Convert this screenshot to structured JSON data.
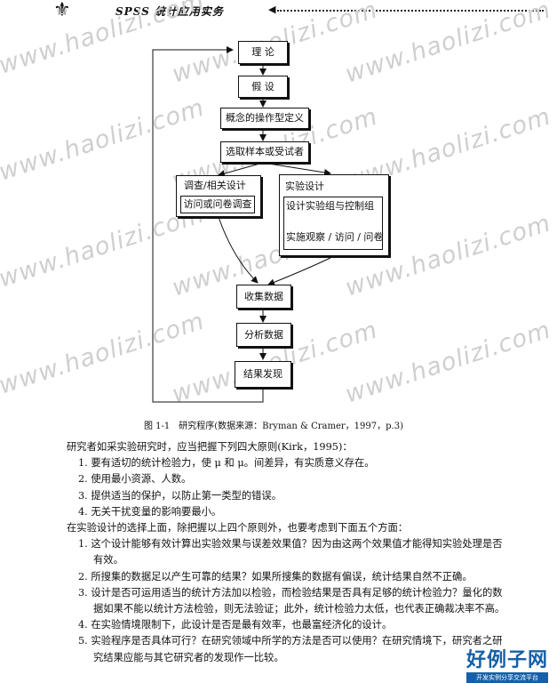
{
  "header": {
    "running_title": "SPSS 统计应用实务"
  },
  "watermark": "www.haolizi.com",
  "flowchart": {
    "theory": "理 论",
    "hypothesis": "假 设",
    "operational_def": "概念的操作型定义",
    "sampling": "选取样本或受试者",
    "survey_title": "调查/相关设计",
    "survey_method": "访问或问卷调查",
    "experiment_title": "实验设计",
    "experiment_design": "设计实验组与控制组",
    "experiment_method": "实施观察 / 访问 / 问卷",
    "collect": "收集数据",
    "analyze": "分析数据",
    "findings": "结果发现"
  },
  "caption": "图 1-1　研究程序(数据来源：Bryman & Cramer，1997，p.3)",
  "body": {
    "intro": "研究者如采实验研究时，应当把握下列四大原则(Kirk，1995)：",
    "principles": [
      "1. 要有适切的统计检验力，使 μ 和 μ。间差异，有实质意义存在。",
      "2. 使用最小资源、人数。",
      "3. 提供适当的保护，以防止第一类型的错误。",
      "4. 无关干扰变量的影响要最小。"
    ],
    "intro2": "在实验设计的选择上面，除把握以上四个原则外，也要考虑到下面五个方面：",
    "aspects": [
      "1. 这个设计能够有效计算出实验效果与误差效果值？因为由这两个效果值才能得知实验处理是否有效。",
      "2. 所搜集的数据足以产生可靠的结果？如果所搜集的数据有偏误，统计结果自然不正确。",
      "3. 设计是否可运用适当的统计方法加以检验，而检验结果是否具有足够的统计检验力？量化的数据如果不能以统计方法检验，则无法验证；此外，统计检验力太低，也代表正确裁决率不高。",
      "4. 在实验情境限制下，此设计是否是最有效率，也最富经济化的设计。",
      "5. 实验程序是否具体可行？在研究领域中所学的方法是否可以使用？在研究情境下，研究者之研究结果应能与其它研究者的发现作一比较。"
    ]
  },
  "logo": {
    "main": "好例子网",
    "sub": "开发实例分享交流平台"
  }
}
